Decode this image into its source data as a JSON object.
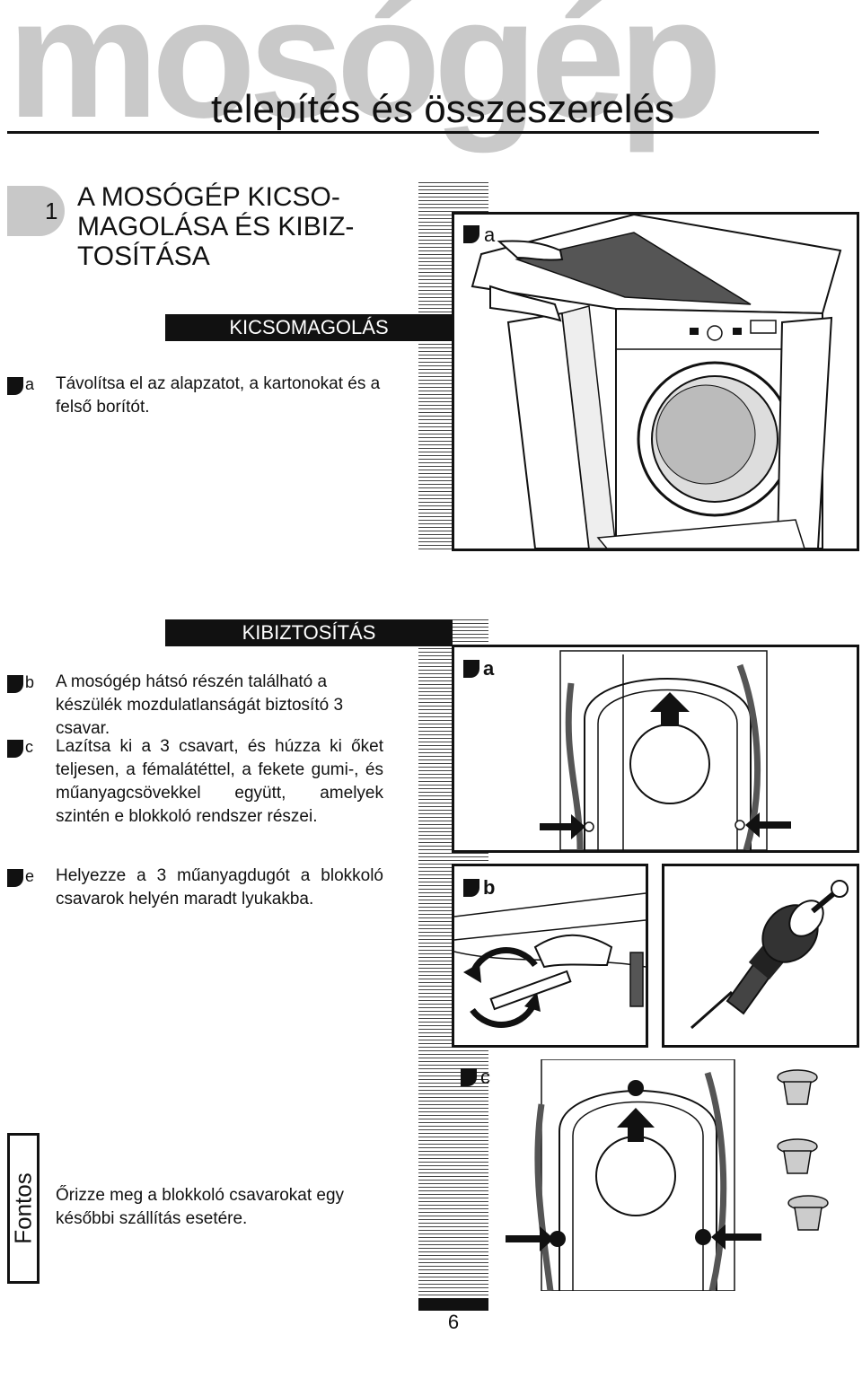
{
  "header": {
    "watermark": "mosógép",
    "subtitle": "telepítés és összeszerelés"
  },
  "section": {
    "number": "1",
    "title_lines": [
      "A MOSÓGÉP KICSO-",
      "MAGOLÁSA ÉS KIBIZ-",
      "TOSÍTÁSA"
    ]
  },
  "unpacking": {
    "heading": "KICSOMAGOLÁS",
    "step_a": {
      "letter": "a",
      "text": "Távolítsa el az alapzatot, a kartonokat és a felső borítót."
    }
  },
  "unlocking": {
    "heading": "KIBIZTOSÍTÁS",
    "step_b": {
      "letter": "b",
      "text": "A mosógép hátsó részén található a készülék mozdulatlanságát biztosító 3 csavar."
    },
    "step_c": {
      "letter": "c",
      "text": "Lazítsa ki a 3 csavart, és húzza ki őket teljesen, a fémalátéttel, a fekete gumi-, és műanyagcsövekkel együtt, amelyek szintén e blokkoló rendszer részei."
    },
    "step_e": {
      "letter": "e",
      "text": "Helyezze a 3 műanyagdugót a blokkoló csavarok helyén maradt lyukakba."
    }
  },
  "figures": {
    "fig_top_label": "a",
    "fig_a_label": "a",
    "fig_b_label": "b",
    "fig_c_label": "c"
  },
  "important": {
    "tag": "Fontos",
    "text": "Őrizze meg a blokkoló csavarokat egy későbbi szállítás esetére."
  },
  "footer": {
    "page_number": "6"
  },
  "colors": {
    "ink": "#111111",
    "watermark": "#c9c9c9",
    "secnum_bg": "#c8c8c8",
    "hose": "#555555"
  }
}
